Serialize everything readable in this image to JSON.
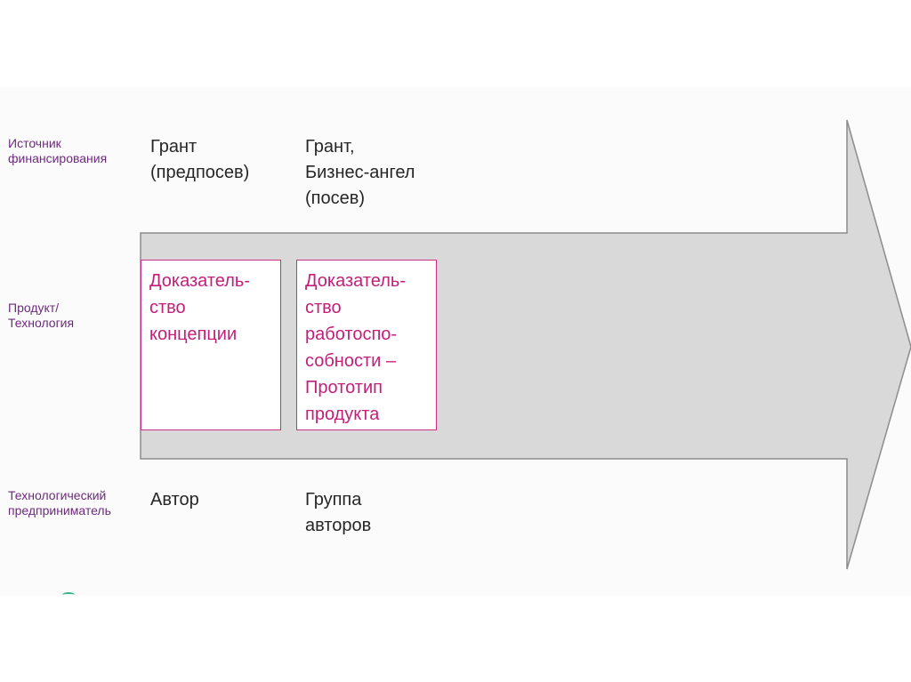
{
  "rows": {
    "funding": {
      "label": "Источник\nфинансирования",
      "stage1": "Грант\n(предпосев)",
      "stage2": "Грант,\nБизнес-ангел\n(посев)"
    },
    "product": {
      "label": "Продукт/\nТехнология",
      "stage1": "Доказатель-\nство\nконцепции",
      "stage2": "Доказатель-\nство\nработоспо-\nсобности –\nПрототип\nпродукта"
    },
    "entrepreneur": {
      "label": "Технологический\nпредприниматель",
      "stage1": "Автор",
      "stage2": "Группа\nавторов"
    }
  },
  "colors": {
    "label": "#6e2b7d",
    "text": "#262626",
    "stage_border": "#cc2f86",
    "stage_text": "#c21f7a",
    "arrow_fill": "#d9d9d9",
    "arrow_stroke": "#8c8c8c"
  }
}
